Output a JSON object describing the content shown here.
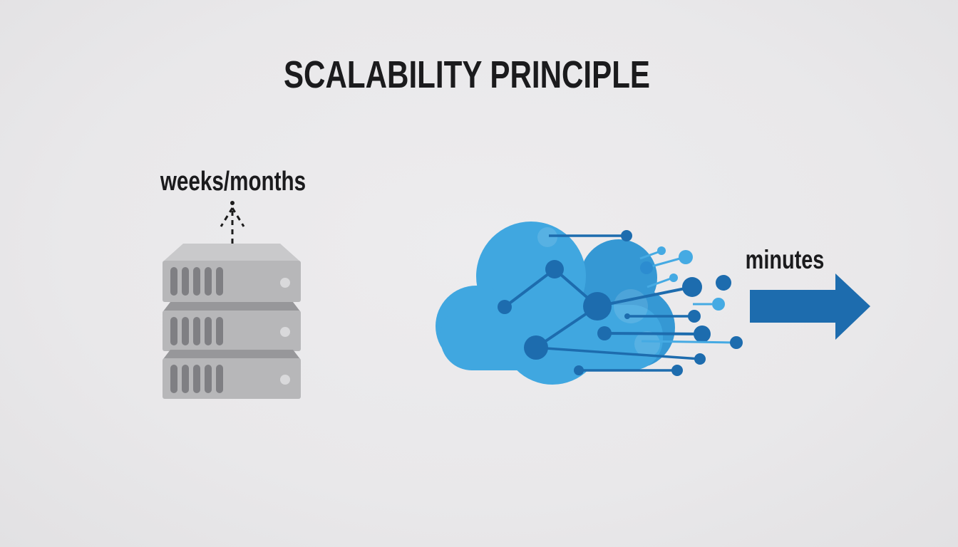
{
  "title": "SCALABILITY PRINCIPLE",
  "left_side": {
    "label": "weeks/months",
    "item": "on-premise server stack",
    "server_units": 3,
    "icons": [
      "server-stack-icon",
      "dashed-up-arrow-icon"
    ]
  },
  "right_side": {
    "label": "minutes",
    "item": "cloud network scaling to the right",
    "icons": [
      "cloud-icon",
      "network-nodes-icon",
      "circuit-dots-icon",
      "right-arrow-icon"
    ]
  },
  "colors": {
    "bg": "#e9e8ea",
    "text": "#1b1b1d",
    "dark": "#1d6cae",
    "mid": "#2c8cd0",
    "lightblue": "#45aae3",
    "cloud": "#40a7e0",
    "cloud2": "#3598d4",
    "srv-front": "#b7b7b9",
    "srv-top": "#c9c9cb",
    "srv-gap": "#97979a",
    "srv-slot": "#7f7f83",
    "srv-led": "#d9d9db"
  }
}
